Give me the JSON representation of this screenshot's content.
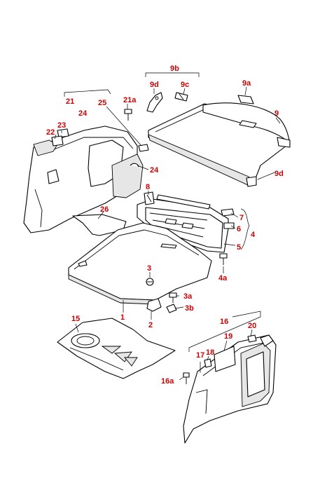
{
  "label_color": "#cc0000",
  "labels": {
    "l9b": "9b",
    "l9d_top": "9d",
    "l9c": "9c",
    "l9a": "9a",
    "l9": "9",
    "l9d_right": "9d",
    "l21": "21",
    "l24_top": "24",
    "l21a": "21a",
    "l25": "25",
    "l23": "23",
    "l22": "22",
    "l24_mid": "24",
    "l8": "8",
    "l26": "26",
    "l7": "7",
    "l6": "6",
    "l4": "4",
    "l5": "5",
    "l4a": "4a",
    "l3": "3",
    "l3a": "3a",
    "l3b": "3b",
    "l1": "1",
    "l2": "2",
    "l15": "15",
    "l16": "16",
    "l20": "20",
    "l19": "19",
    "l18": "18",
    "l17": "17",
    "l16a": "16a"
  }
}
